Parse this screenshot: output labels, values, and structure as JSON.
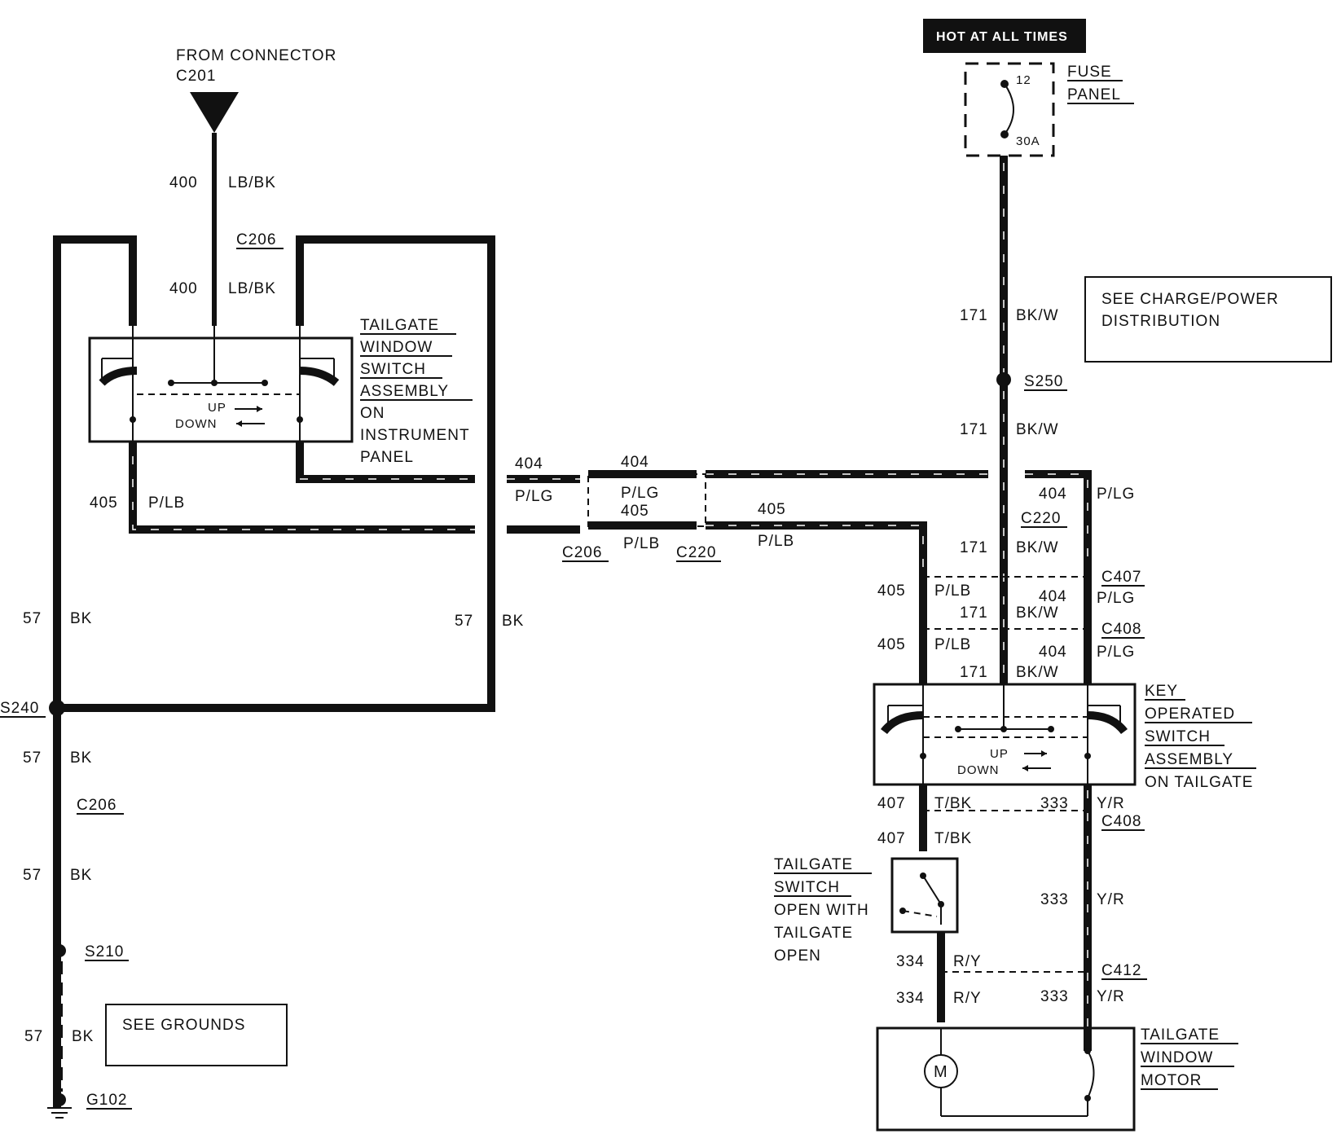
{
  "header": {
    "hot_at_all_times": "HOT AT ALL TIMES"
  },
  "fuse_panel": {
    "line1": "FUSE",
    "line2": "PANEL",
    "fuse_number": "12",
    "fuse_rating": "30A"
  },
  "see_charge": {
    "line1": "SEE CHARGE/POWER",
    "line2": "DISTRIBUTION"
  },
  "see_grounds": "SEE GROUNDS",
  "from_connector": {
    "line1": "FROM CONNECTOR",
    "line2": "C201"
  },
  "connectors": {
    "c206": "C206",
    "c220": "C220",
    "c407": "C407",
    "c408": "C408",
    "c412": "C412",
    "s240": "S240",
    "s210": "S210",
    "s250": "S250",
    "g102": "G102"
  },
  "wires": {
    "w400": "400",
    "lbbk": "LB/BK",
    "w171": "171",
    "bkw": "BK/W",
    "w404": "404",
    "plg": "P/LG",
    "w405": "405",
    "plb": "P/LB",
    "w57": "57",
    "bk": "BK",
    "w407": "407",
    "tbk": "T/BK",
    "w333": "333",
    "yr": "Y/R",
    "w334": "334",
    "ry": "R/Y"
  },
  "tailgate_window_switch": {
    "l1": "TAILGATE",
    "l2": "WINDOW",
    "l3": "SWITCH",
    "l4": "ASSEMBLY",
    "l5": "ON",
    "l6": "INSTRUMENT",
    "l7": "PANEL"
  },
  "key_switch": {
    "l1": "KEY",
    "l2": "OPERATED",
    "l3": "SWITCH",
    "l4": "ASSEMBLY",
    "l5": "ON TAILGATE"
  },
  "tailgate_switch": {
    "l1": "TAILGATE",
    "l2": "SWITCH",
    "l3": "OPEN WITH",
    "l4": "TAILGATE",
    "l5": "OPEN"
  },
  "motor": {
    "l1": "TAILGATE",
    "l2": "WINDOW",
    "l3": "MOTOR",
    "symbol": "M"
  },
  "switch_dir": {
    "up": "UP",
    "down": "DOWN"
  }
}
